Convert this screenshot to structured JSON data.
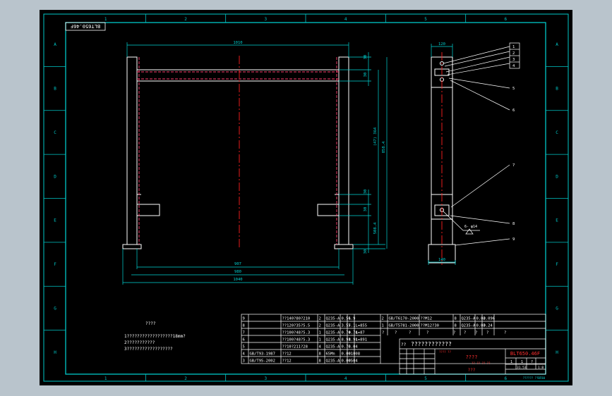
{
  "border": {
    "columns": [
      "1",
      "2",
      "3",
      "4",
      "5",
      "6"
    ],
    "rows": [
      "A",
      "B",
      "C",
      "D",
      "E",
      "F",
      "G",
      "H"
    ]
  },
  "drawing_id": "BLT650.46F",
  "front_view": {
    "dim_top": "1010",
    "dim_bottom_inner": "907",
    "dim_bottom_mid": "980",
    "dim_bottom_outer": "1040",
    "dim_right_small_1": "30",
    "dim_right_small_2": "30",
    "dim_right_long_1": "(47) 364",
    "dim_right_long_2": "858.4",
    "dim_right_small_3": "30",
    "dim_right_small_4": "30",
    "dim_right_long_3": "508.4",
    "dim_right_small_5": "30"
  },
  "side_view": {
    "dim_top": "120",
    "dim_bottom": "140",
    "weld_note": "6- φ14",
    "callouts": [
      "1",
      "2",
      "3",
      "4",
      "5",
      "6",
      "7",
      "8",
      "9"
    ]
  },
  "notes": {
    "title": "????",
    "lines": [
      "1??????????????????18mm?",
      "2???????????",
      "3??????????????????"
    ]
  },
  "bom_left": [
    {
      "no": "9",
      "std": "",
      "name": "??140?80?210",
      "qty": "2",
      "mat": "Q235-A",
      "w1": "0.56",
      "w2": "1.9",
      "note": ""
    },
    {
      "no": "8",
      "std": "",
      "name": "??120?35?5.5",
      "qty": "2",
      "mat": "Q235-A",
      "w1": "3.55",
      "w2": "7.1",
      "note": "L=855"
    },
    {
      "no": "7",
      "std": "",
      "name": "??100?48?5.3",
      "qty": "1",
      "mat": "Q235-A",
      "w1": "0.74",
      "w2": "0.74",
      "note": "L=87"
    },
    {
      "no": "6",
      "std": "",
      "name": "??100?48?5.3",
      "qty": "1",
      "mat": "Q235-A",
      "w1": "8.91",
      "w2": "8.91",
      "note": "L=891"
    },
    {
      "no": "5",
      "std": "",
      "name": "??10?211?28",
      "qty": "4",
      "mat": "Q235-A",
      "w1": "0.76",
      "w2": "3.04",
      "note": ""
    },
    {
      "no": "4",
      "std": "GB/T93-1987",
      "name": "??12",
      "qty": "8",
      "mat": "65Mn",
      "w1": "0.001",
      "w2": "0.008",
      "note": ""
    },
    {
      "no": "3",
      "std": "GB/T95-2002",
      "name": "??12",
      "qty": "8",
      "mat": "Q235-A",
      "w1": "0.005",
      "w2": "0.04",
      "note": ""
    }
  ],
  "bom_right": [
    {
      "no": "2",
      "std": "GB/T6170-2000",
      "name": "??M12",
      "qty": "8",
      "mat": "Q235-A",
      "w1": "0.02",
      "w2": "0.096"
    },
    {
      "no": "1",
      "std": "GB/T5781-2000",
      "name": "??M12?30",
      "qty": "8",
      "mat": "Q235-A",
      "w1": "0.03",
      "w2": "0.24"
    }
  ],
  "bom_header_labels": [
    "?",
    "?",
    "?",
    "?",
    "?",
    "?",
    "?",
    "?",
    "?"
  ],
  "title_block": {
    "logo": "??",
    "title": "????????????",
    "part_name": "????",
    "drawing_no": "BLT650.46F",
    "red_small_1": "???? ??",
    "red_small_2": "?? ?? ?? ??",
    "sub": "???",
    "scale_1": "1",
    "scale_2": "1",
    "scale_3": "?",
    "sheet_1": "31.53",
    "sheet_2": "1:8",
    "bottom_code": "?????? ??BF80"
  },
  "colors": {
    "frame": "#00c8c8",
    "drawing": "#ffffff",
    "centerline": "#ff2020",
    "dims": "#00d4d4",
    "hidden": "#ff4070",
    "title_red": "#ff3030"
  }
}
